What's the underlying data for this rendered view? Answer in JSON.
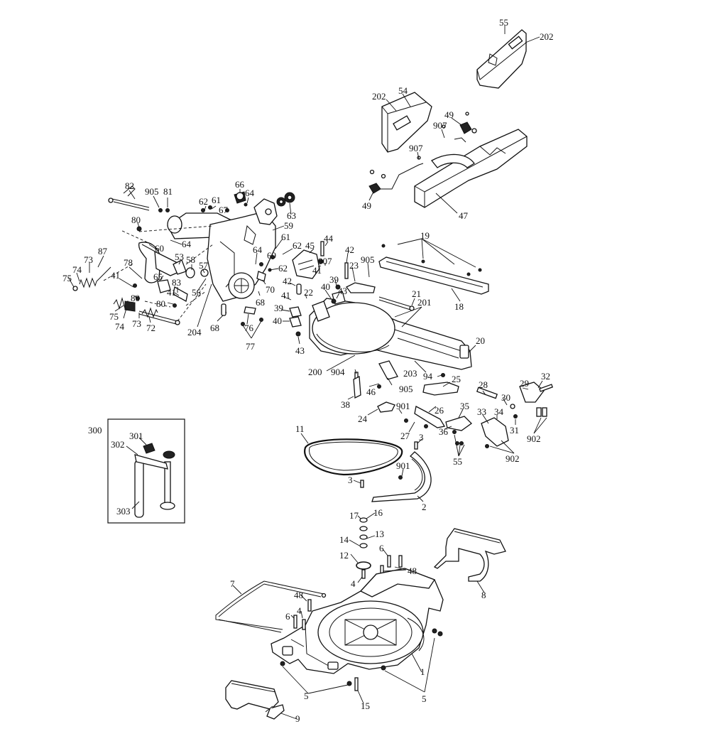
{
  "labels": {
    "l55a": "55",
    "l202a": "202",
    "l54": "54",
    "l202b": "202",
    "l49a": "49",
    "l907a": "907",
    "l907b": "907",
    "l49b": "49",
    "l47": "47",
    "l82": "82",
    "l905a": "905",
    "l81": "81",
    "l66": "66",
    "l64a": "64",
    "l62a": "62",
    "l61a": "61",
    "l67": "67",
    "l63": "63",
    "l80a": "80",
    "l59": "59",
    "l61b": "61",
    "l64b": "64",
    "l62b": "62",
    "l60": "60",
    "l87": "87",
    "l73a": "73",
    "l74a": "74",
    "l75a": "75",
    "l53": "53",
    "l58": "58",
    "l78": "78",
    "l65": "65",
    "l57": "57",
    "l64c": "64",
    "l69": "69",
    "l62c": "62",
    "l41a": "41",
    "l83": "83",
    "l80b": "80",
    "l56": "56",
    "l41b": "41",
    "l70": "70",
    "l80c": "80",
    "l68a": "68",
    "l75b": "75",
    "l74b": "74",
    "l73b": "73",
    "l72": "72",
    "l204": "204",
    "l68b": "68",
    "l76": "76",
    "l77": "77",
    "l44": "44",
    "l45": "45",
    "l907c": "907",
    "l42a": "42",
    "l905b": "905",
    "l41c": "41",
    "l23": "23",
    "l39a": "39",
    "l42b": "42",
    "l22": "22",
    "l40a": "40",
    "l43a": "43",
    "l41d": "41",
    "l39b": "39",
    "l40b": "40",
    "l43b": "43",
    "l19": "19",
    "l18": "18",
    "l21": "21",
    "l201": "201",
    "l20": "20",
    "l200": "200",
    "l904": "904",
    "l46": "46",
    "l905c": "905",
    "l203": "203",
    "l94": "94",
    "l25": "25",
    "l28": "28",
    "l29": "29",
    "l32": "32",
    "l38": "38",
    "l24": "24",
    "l901a": "901",
    "l26": "26",
    "l30": "30",
    "l35": "35",
    "l33": "33",
    "l34": "34",
    "l27": "27",
    "l3a": "3",
    "l36": "36",
    "l31": "31",
    "l902a": "902",
    "l902b": "902",
    "l55b": "55",
    "l11": "11",
    "l901b": "901",
    "l3b": "3",
    "l2": "2",
    "l300": "300",
    "l301": "301",
    "l302": "302",
    "l303": "303",
    "l17": "17",
    "l16": "16",
    "l13": "13",
    "l14": "14",
    "l6a": "6",
    "l12": "12",
    "l48a": "48",
    "l4a": "4",
    "l8": "8",
    "l7": "7",
    "l48b": "48",
    "l6b": "6",
    "l4b": "4",
    "l1": "1",
    "l5a": "5",
    "l5b": "5",
    "l15": "15",
    "l9": "9"
  },
  "colors": {
    "line": "#111111",
    "background": "#ffffff",
    "fill_dark": "#222222",
    "fill_shade": "#d9d9d9"
  }
}
